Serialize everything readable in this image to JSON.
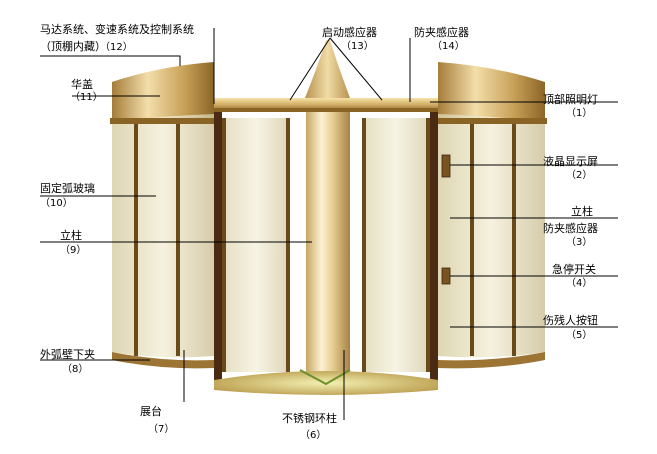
{
  "labels": {
    "l1": {
      "name": "顶部照明灯",
      "num": "（1）"
    },
    "l2": {
      "name": "液晶显示屏",
      "num": "（2）"
    },
    "l3": {
      "name": "立柱",
      "name2": "防夹感应器",
      "num": "（3）"
    },
    "l4": {
      "name": "急停开关",
      "num": "（4）"
    },
    "l5": {
      "name": "伤残人按钮",
      "num": "（5）"
    },
    "l6": {
      "name": "不锈钢环柱",
      "num": "（6）"
    },
    "l7": {
      "name": "展台",
      "num": "（7）"
    },
    "l8": {
      "name": "外弧壁下夹",
      "num": "（8）"
    },
    "l9": {
      "name": "立柱",
      "num": "（9）"
    },
    "l10": {
      "name": "固定弧玻璃",
      "num": "（10）"
    },
    "l11": {
      "name": "华盖",
      "num": "（11）"
    },
    "l12": {
      "name": "马达系统、变速系统及控制系统",
      "sub": "（顶棚内藏）",
      "num": "（12）"
    },
    "l13": {
      "name": "启动感应器",
      "num": "（13）"
    },
    "l14": {
      "name": "防夹感应器",
      "num": "（14）"
    }
  },
  "colors": {
    "gold_light": "#f3dfa8",
    "gold_mid": "#c9a25a",
    "gold_dark": "#8a6424",
    "frame_dark": "#4a2a12",
    "glass": "#e9e3c6",
    "floor": "#d9c27a"
  }
}
